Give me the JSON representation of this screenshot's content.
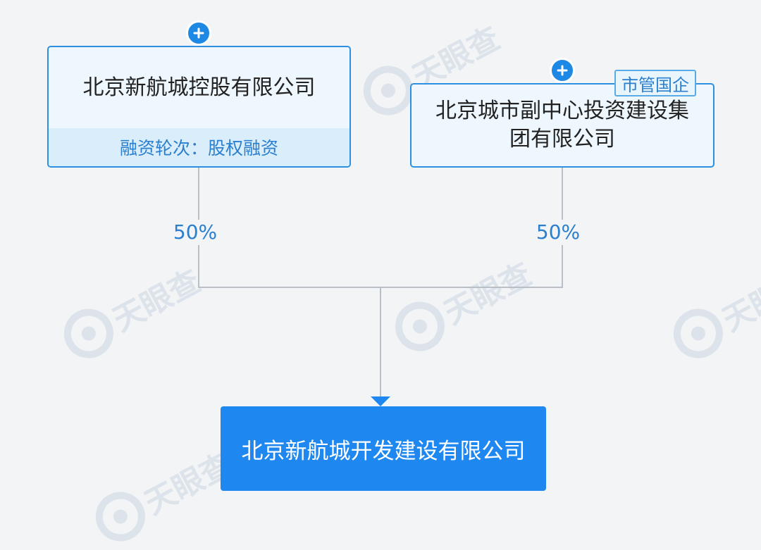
{
  "watermark": {
    "text": "天眼查"
  },
  "shareholders": [
    {
      "name": "北京新航城控股有限公司",
      "financing_label": "融资轮次：股权融资",
      "percentage": "50%"
    },
    {
      "name_line1": "北京城市副中心投资建设集",
      "name_line2": "团有限公司",
      "tag": "市管国企",
      "percentage": "50%"
    }
  ],
  "target": {
    "name": "北京新航城开发建设有限公司"
  },
  "colors": {
    "accent": "#1e88f0",
    "border": "#2d8fe0",
    "line": "#b9bfc6",
    "text_blue": "#2a7fcf"
  }
}
